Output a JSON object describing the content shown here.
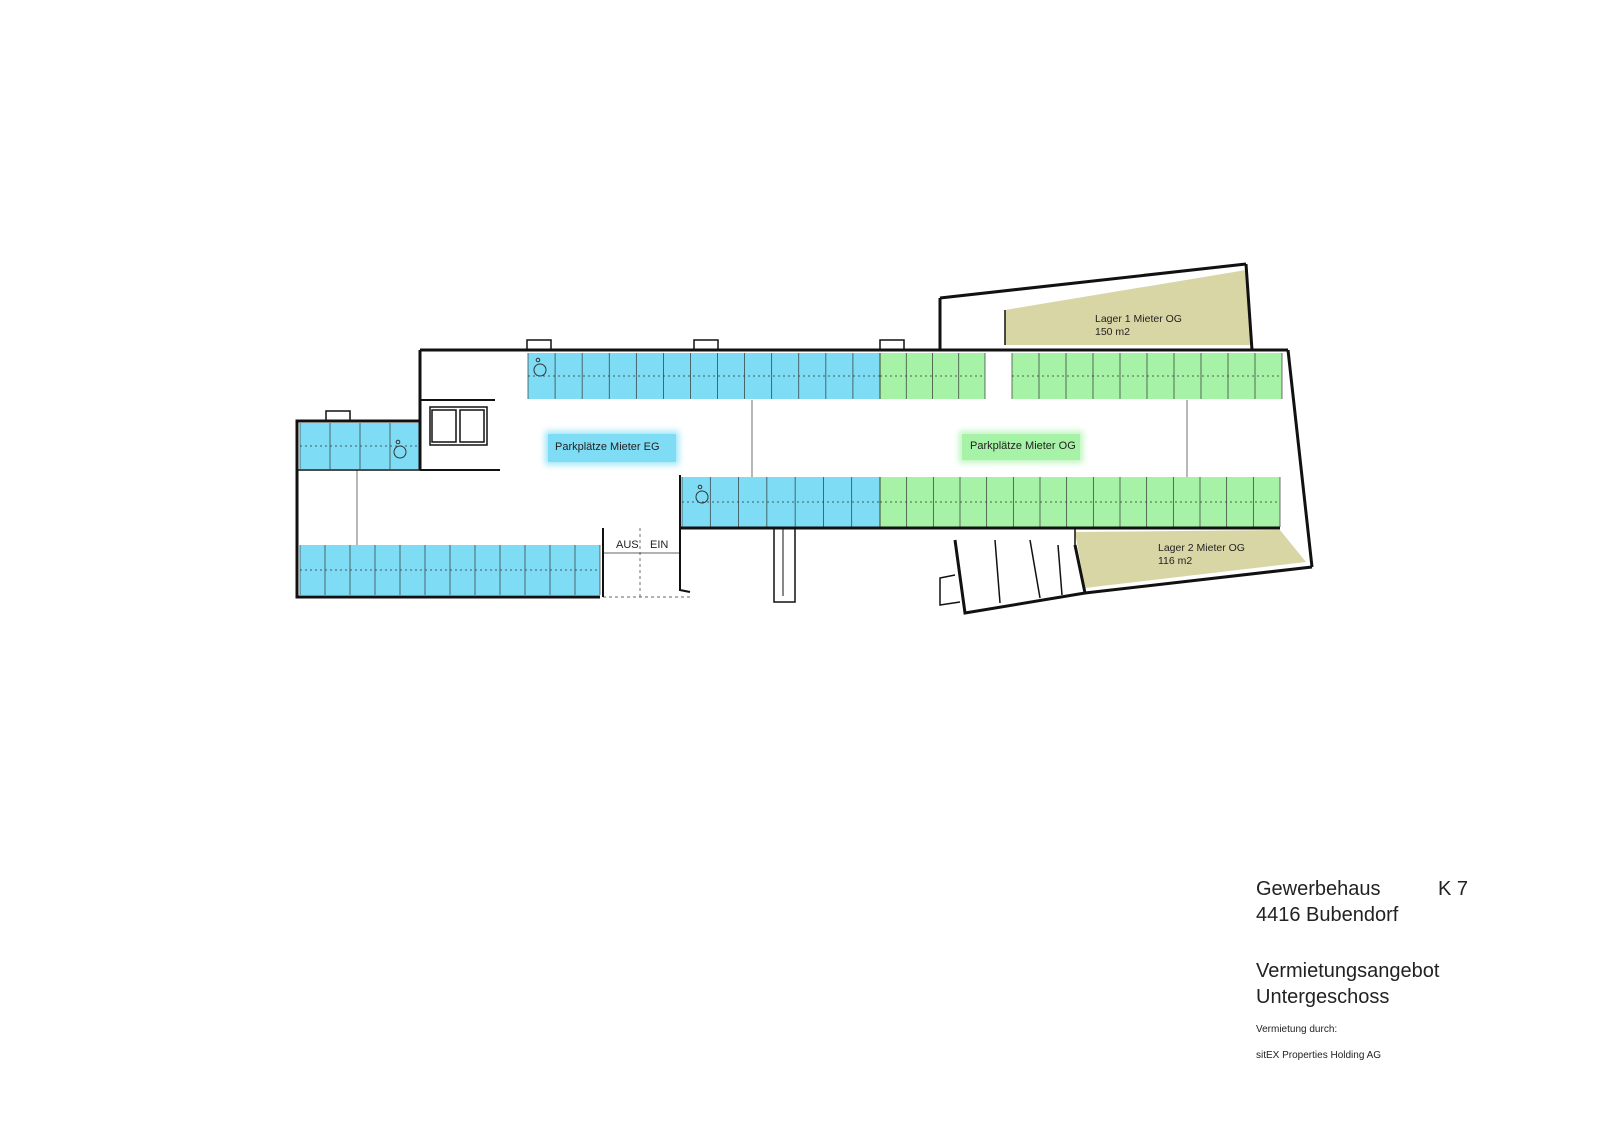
{
  "plan": {
    "zones": {
      "parking_eg_label": "Parkplätze  Mieter EG",
      "parking_og_label": "Parkplätze Mieter OG"
    },
    "storage": [
      {
        "name": "Lager  1 Mieter OG",
        "area": "150 m2"
      },
      {
        "name": "Lager  2  Mieter OG",
        "area": "116 m2"
      }
    ],
    "ramp": {
      "exit_label": "AUS",
      "entry_label": "EIN"
    },
    "colors": {
      "parking_eg": "#7fdcf5",
      "parking_og": "#a6f2a6",
      "storage": "#d9d6a6",
      "wall": "#111111"
    }
  },
  "title_block": {
    "building": "Gewerbehaus",
    "code": "K 7",
    "address": "4416  Bubendorf",
    "doc_title": "Vermietungsangebot",
    "floor": "Untergeschoss",
    "agent_label": "Vermietung durch:",
    "agent": "sitEX Properties Holding AG"
  }
}
